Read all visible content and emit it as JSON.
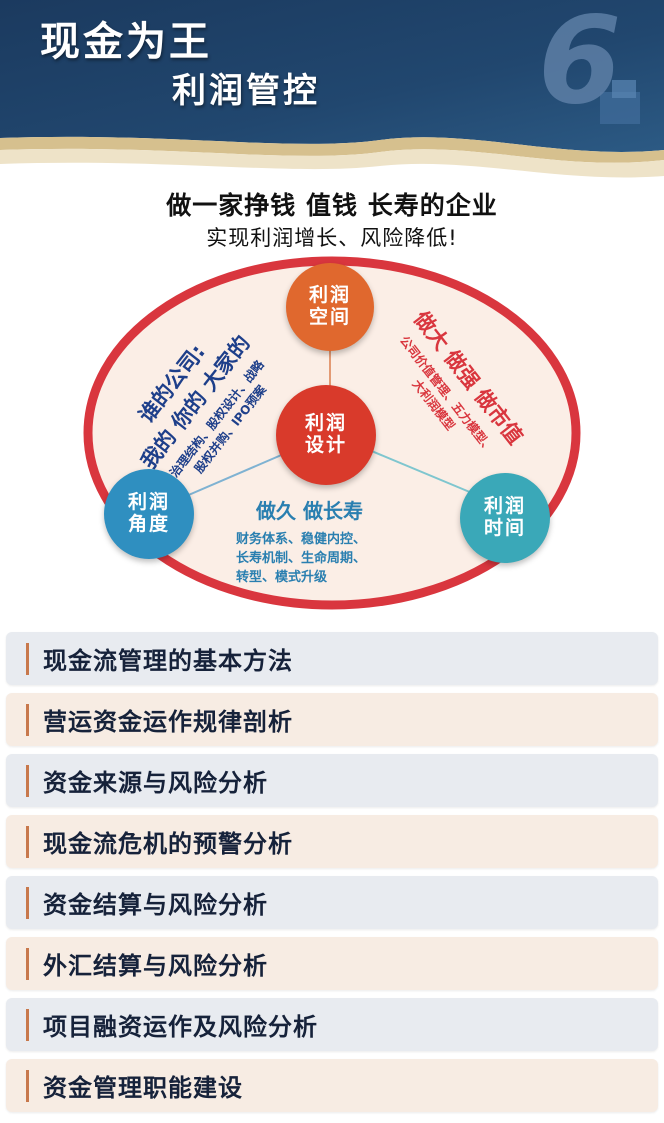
{
  "header": {
    "title_line1": "现金为王",
    "title_line2": "利润管控",
    "badge_number": "6",
    "colors": {
      "navy": "#1e3f66",
      "gold": "#c9a55a"
    }
  },
  "slogan": "做一家挣钱 值钱 长寿的企业",
  "subslogan": "实现利润增长、风险降低!",
  "diagram": {
    "center": {
      "line1": "利润",
      "line2": "设计",
      "color": "#d93a2b"
    },
    "top": {
      "line1": "利润",
      "line2": "空间",
      "color": "#e0682e"
    },
    "left": {
      "line1": "利润",
      "line2": "角度",
      "color": "#2f8fc0"
    },
    "right": {
      "line1": "利润",
      "line2": "时间",
      "color": "#3aa8b8"
    },
    "left_segment": {
      "headline1": "谁的公司:",
      "headline2": "我的 你的 大家的",
      "detail1": "治理结构、股权设计、战略",
      "detail2": "股权并购、IPO预案"
    },
    "right_segment": {
      "headline": "做大 做强 做市值",
      "detail1": "公司价值管理、五力模型、",
      "detail2": "大利润模型"
    },
    "bottom_segment": {
      "headline": "做久 做长寿",
      "detail1": "财务体系、稳健内控、",
      "detail2": "长寿机制、生命周期、",
      "detail3": "转型、模式升级"
    },
    "ring_color": "#d9363e",
    "fill_color": "#fbeee6"
  },
  "modules": [
    "现金流管理的基本方法",
    "营运资金运作规律剖析",
    "资金来源与风险分析",
    "现金流危机的预警分析",
    "资金结算与风险分析",
    "外汇结算与风险分析",
    "项目融资运作及风险分析",
    "资金管理职能建设"
  ]
}
